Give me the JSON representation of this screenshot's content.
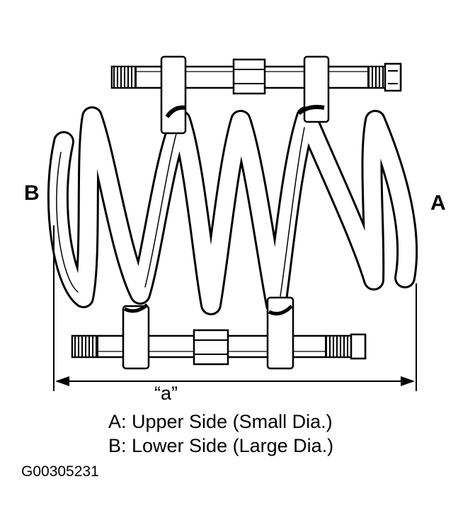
{
  "diagram": {
    "label_b": "B",
    "label_a": "A",
    "dimension_label": "“a”",
    "legend": [
      "A: Upper Side (Small Dia.)",
      "B: Lower Side (Large Dia.)"
    ],
    "figure_code": "G00305231"
  },
  "colors": {
    "ink": "#000000",
    "fill": "#ffffff"
  }
}
